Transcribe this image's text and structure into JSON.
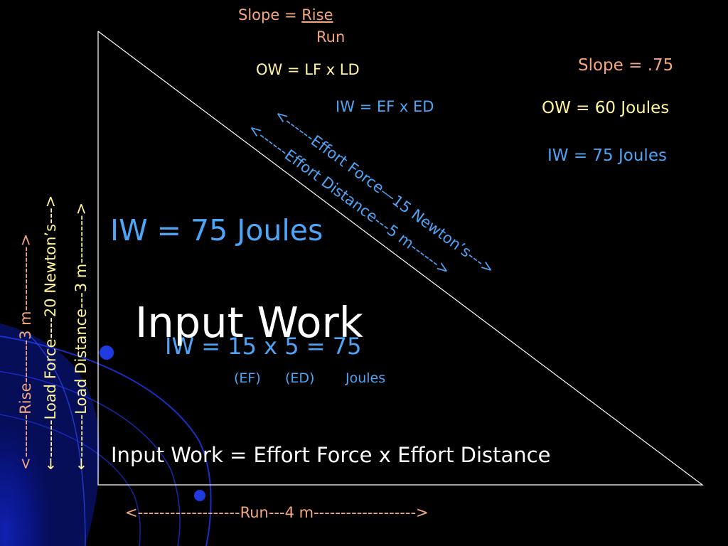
{
  "slope_formula": {
    "prefix": "Slope = ",
    "numerator": "Rise",
    "denominator": "Run"
  },
  "ow_formula": "OW = LF x LD",
  "iw_formula": "IW = EF x ED",
  "slope_value": "Slope = .75",
  "ow_value": "OW = 60 Joules",
  "iw_value_small": "IW = 75 Joules",
  "iw_value_large": "IW = 75 Joules",
  "effort_force_arrow": "<------Effort Force—15 Newton’s--->",
  "effort_distance_arrow": "<------Effort Distance---5 m------>",
  "rise_arrow": "<--------Rise--------3 m------------>",
  "load_force_arrow": "←-------Load Force----20 Newton’s--->",
  "load_distance_arrow": "←--------Load Distance---3 m--------->",
  "title": "Input Work",
  "iw_calc": "IW = 15 x 5 = 75",
  "iw_calc_units": [
    "(EF)",
    "(ED)",
    "Joules"
  ],
  "definition": "Input Work = Effort Force x Effort Distance",
  "run_arrow": "<-------------------Run---4 m------------------->",
  "colors": {
    "background": "#000000",
    "salmon": "#f4a77f",
    "yellow": "#fff59a",
    "blue": "#4ea4f5",
    "white": "#ffffff"
  }
}
